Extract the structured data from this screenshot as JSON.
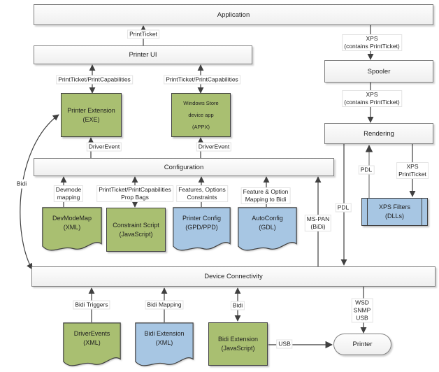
{
  "colors": {
    "green_fill": "#a9bf71",
    "blue_fill": "#a7c6e3",
    "shape_border": "#404040",
    "bar_border": "#808080",
    "connector": "#404040",
    "connector_light": "#8c8c8c",
    "label_border": "#e3e3e3",
    "text": "#1f1f1f"
  },
  "bars": {
    "application": "Application",
    "printer_ui": "Printer UI",
    "configuration": "Configuration",
    "device_connectivity": "Device Connectivity",
    "spooler": "Spooler",
    "rendering": "Rendering"
  },
  "boxes": {
    "printer_extension": {
      "line1": "Printer Extension",
      "line2": "(EXE)"
    },
    "store_app": {
      "line1": "Windows Store",
      "line2": "device app",
      "line3": "(APPX)"
    },
    "devmodemap": {
      "line1": "DevModeMap",
      "line2": "(XML)"
    },
    "constraint_script": {
      "line1": "Constraint Script",
      "line2": "(JavaScript)"
    },
    "printer_config": {
      "line1": "Printer Config",
      "line2": "(GPD/PPD)"
    },
    "autoconfig": {
      "line1": "AutoConfig",
      "line2": "(GDL)"
    },
    "xps_filters": {
      "line1": "XPS Filters",
      "line2": "(DLLs)"
    },
    "driverevents": {
      "line1": "DriverEvents",
      "line2": "(XML)"
    },
    "bidi_ext_xml": {
      "line1": "Bidi Extension",
      "line2": "(XML)"
    },
    "bidi_ext_js": {
      "line1": "Bidi Extension",
      "line2": "(JavaScript)"
    },
    "printer": "Printer"
  },
  "labels": {
    "printticket": "PrintTicket",
    "ptpc_left": "PrintTicket/PrintCapabilities",
    "ptpc_right": "PrintTicket/PrintCapabilities",
    "xps_contains_1": {
      "line1": "XPS",
      "line2": "(contains PrintTicket)"
    },
    "xps_contains_2": {
      "line1": "XPS",
      "line2": "(contains PrintTicket)"
    },
    "driverevent_left": "DriverEvent",
    "driverevent_right": "DriverEvent",
    "devmode_mapping": {
      "line1": "Devmode",
      "line2": "mapping"
    },
    "ptpc_prop_bags": {
      "line1": "PrintTicket/PrintCapabilities",
      "line2": "Prop Bags"
    },
    "features_options": {
      "line1": "Features, Options",
      "line2": "Constraints"
    },
    "feature_option_bidi": {
      "line1": "Feature & Option",
      "line2": "Mapping to Bidi"
    },
    "ms_pan": {
      "line1": "MS-PAN",
      "line2": "(BiDi)"
    },
    "pdl_left": "PDL",
    "pdl_right": "PDL",
    "xps_printticket": {
      "line1": "XPS",
      "line2": "PrintTicket"
    },
    "bidi_curve": "Bidi",
    "bidi_triggers": "Bidi Triggers",
    "bidi_mapping": "Bidi Mapping",
    "bidi_bottom": "Bidi",
    "wsd_snmp_usb": {
      "line1": "WSD",
      "line2": "SNMP",
      "line3": "USB"
    },
    "usb": "USB"
  }
}
